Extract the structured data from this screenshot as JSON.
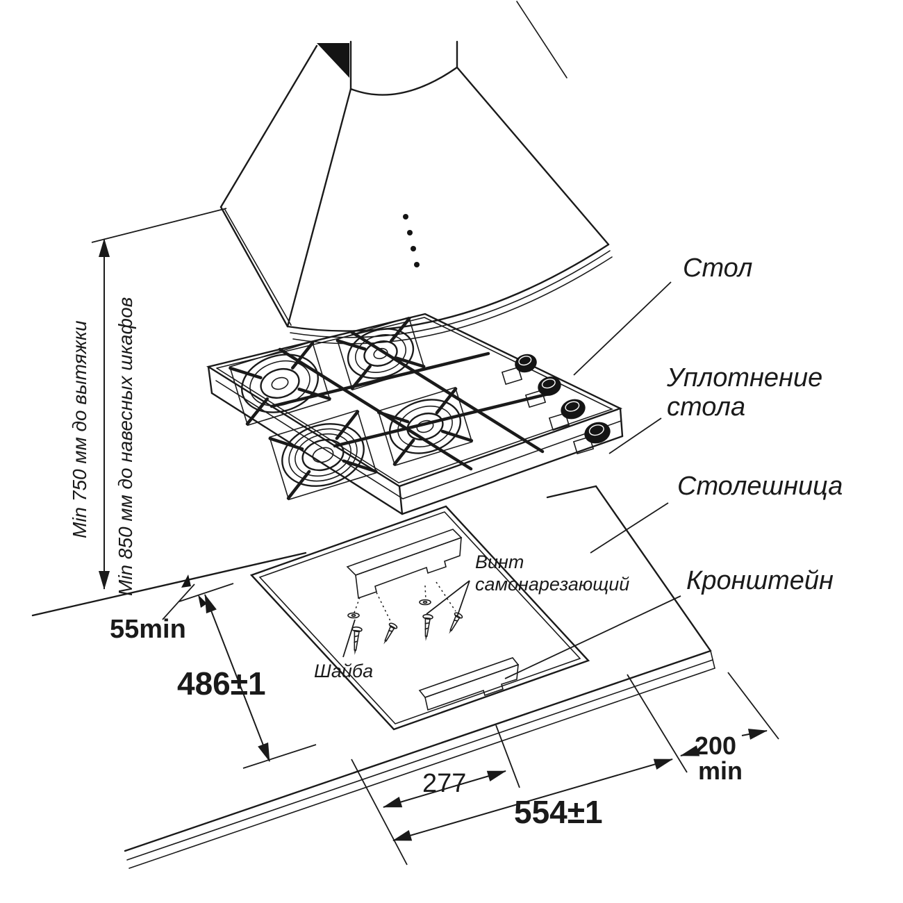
{
  "colors": {
    "line": "#1a1a1a",
    "background": "#ffffff"
  },
  "labels": {
    "table": "Стол",
    "table_seal_line1": "Уплотнение",
    "table_seal_line2": "стола",
    "worktop": "Столешница",
    "bracket": "Кронштейн",
    "screw_line1": "Винт",
    "screw_line2": "самонарезающий",
    "washer": "Шайба"
  },
  "dimensions": {
    "hood_clearance": "Min 750 мм до вытяжки",
    "cabinet_clearance": "Min 850 мм до навесных шкафов",
    "wall_offset": "55min",
    "cutout_depth": "486±1",
    "half_width": "277",
    "cutout_width": "554±1",
    "side_clearance_value": "200",
    "side_clearance_unit": "min"
  },
  "components": {
    "hood": "вытяжка",
    "hob": "варочная панель",
    "cutout": "вырез в столешнице",
    "screws": "винты",
    "washers": "шайбы"
  }
}
